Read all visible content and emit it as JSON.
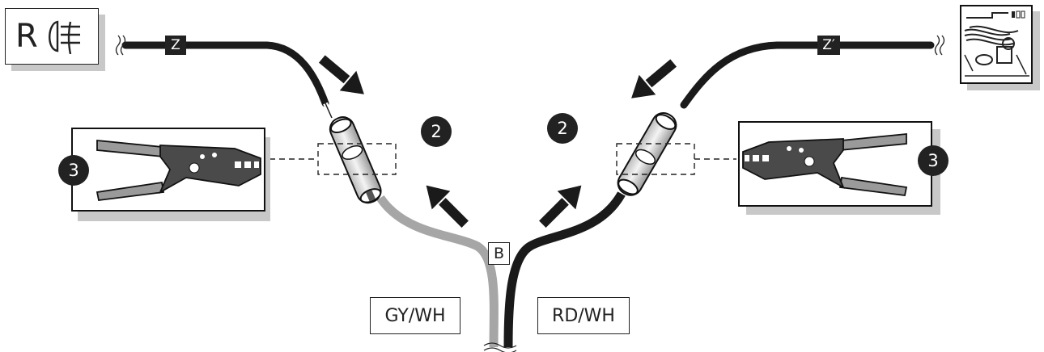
{
  "lamp_label": {
    "letter": "R",
    "icon": "fog-lamp-icon"
  },
  "wire_tags": {
    "left": "Z",
    "right": "Z′"
  },
  "steps": {
    "left_sleeve": "2",
    "right_sleeve": "2",
    "left_crimp": "3",
    "right_crimp": "3"
  },
  "harness": {
    "label": "B"
  },
  "wire_colors": {
    "left": "GY/WH",
    "right": "RD/WH"
  },
  "colors": {
    "wire_dark": "#1a1a1a",
    "wire_grey": "#a6a6a6",
    "shadow": "#c8c8c8"
  },
  "icons": [
    "fog-lamp-icon",
    "crimping-tool-icon",
    "butt-connector-icon",
    "arrow-icon",
    "vehicle-engine-bay-thumbnail"
  ]
}
